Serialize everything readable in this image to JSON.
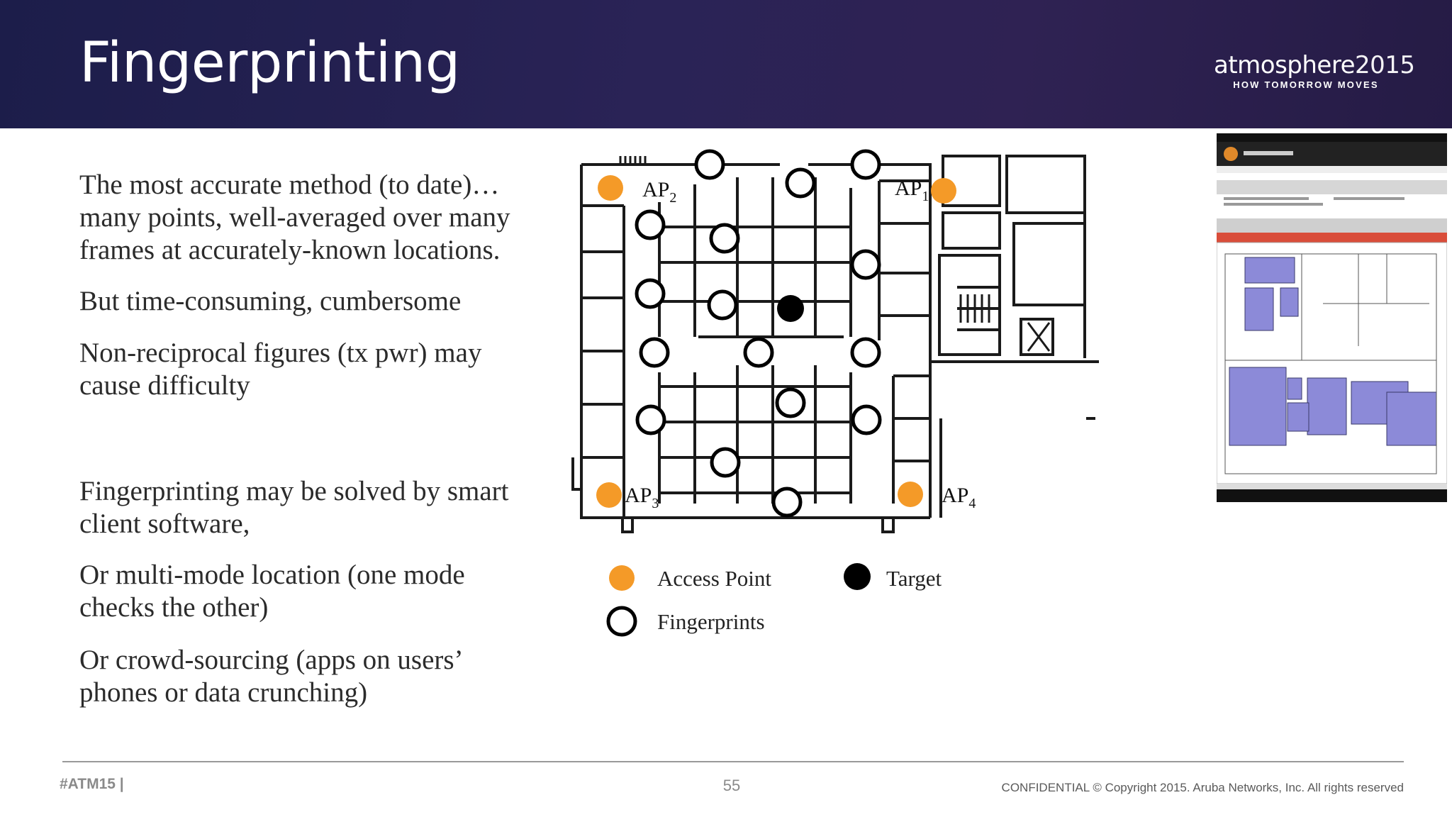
{
  "slide": {
    "title": "Fingerprinting",
    "brand": {
      "name": "atmosphere",
      "year": "2015",
      "tagline": "HOW TOMORROW MOVES"
    }
  },
  "bullets": [
    "The most accurate method (to date)… many points, well-averaged over many frames at accurately-known locations.",
    "But time-consuming, cumbersome",
    "Non-reciprocal figures (tx pwr) may cause difficulty",
    "Fingerprinting may be solved by smart client software,",
    "Or multi-mode location (one mode checks the other)",
    "Or crowd-sourcing (apps on users’ phones or data crunching)"
  ],
  "floorplan": {
    "ap_labels": [
      {
        "text": "AP",
        "sub": "2"
      },
      {
        "text": "AP",
        "sub": "1"
      },
      {
        "text": "AP",
        "sub": "3"
      },
      {
        "text": "AP",
        "sub": "4"
      }
    ],
    "legend": {
      "access_point": "Access Point",
      "target": "Target",
      "fingerprints": "Fingerprints"
    },
    "colors": {
      "access_point": "#f49a28",
      "target": "#000000",
      "fingerprint_stroke": "#000000",
      "walls": "#1a1a1a"
    }
  },
  "footer": {
    "hashtag": "#ATM15 |",
    "page": "55",
    "copyright": "CONFIDENTIAL © Copyright 2015. Aruba Networks, Inc. All rights reserved"
  }
}
